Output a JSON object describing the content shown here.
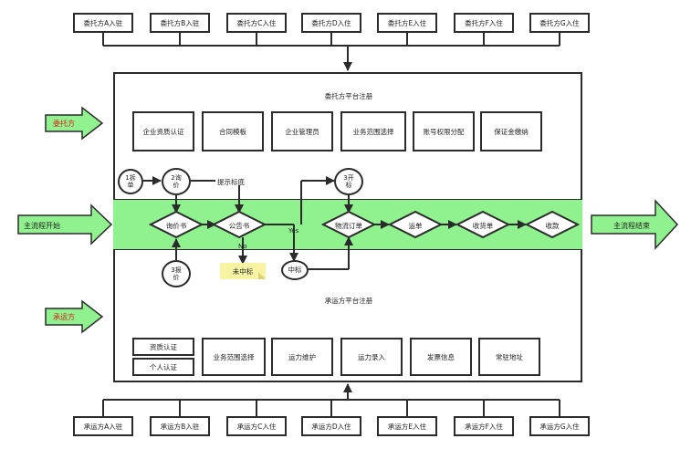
{
  "top_boxes": [
    "委托方A入驻",
    "委托方B入驻",
    "委托方C入住",
    "委托方D入住",
    "委托方E入住",
    "委托方F入住",
    "委托方G入住"
  ],
  "bottom_boxes": [
    "承运方A入驻",
    "承运方B入驻",
    "承运方C入住",
    "承运方D入住",
    "承运方E入住",
    "承运方F入住",
    "承运方G入住"
  ],
  "consignor": {
    "title": "委托方平台注册",
    "side_label": "委托方",
    "items": [
      "企业资质认证",
      "合同模板",
      "企业管理员",
      "业务范围选择",
      "账号权限分配",
      "保证金缴纳"
    ]
  },
  "carrier": {
    "title": "承运方平台注册",
    "side_label": "承运方",
    "stack": [
      "资质认证",
      "个人认证"
    ],
    "items": [
      "业务范围选择",
      "运力维护",
      "运力录入",
      "发票信息",
      "常驻地址"
    ]
  },
  "main_flow": {
    "start": "主流程开始",
    "end": "主流程结束",
    "diamonds": [
      "询价书",
      "公告书",
      "物流订单",
      "运单",
      "收货单",
      "收款"
    ]
  },
  "circles": {
    "c1": "1拆\n单",
    "c2": "2询\n价",
    "c3": "3报\n价",
    "c4": "3开\n标",
    "c5": "中标"
  },
  "annotations": {
    "hint": "提示标底",
    "yes": "Yes",
    "no": "No",
    "not_won": "未中标"
  },
  "colors": {
    "band": "#8ff28f",
    "side_arrow": "#8ff28f",
    "side_label": "#e21b1b",
    "note": "#f7f3a3",
    "stroke": "#2b2b2b"
  }
}
